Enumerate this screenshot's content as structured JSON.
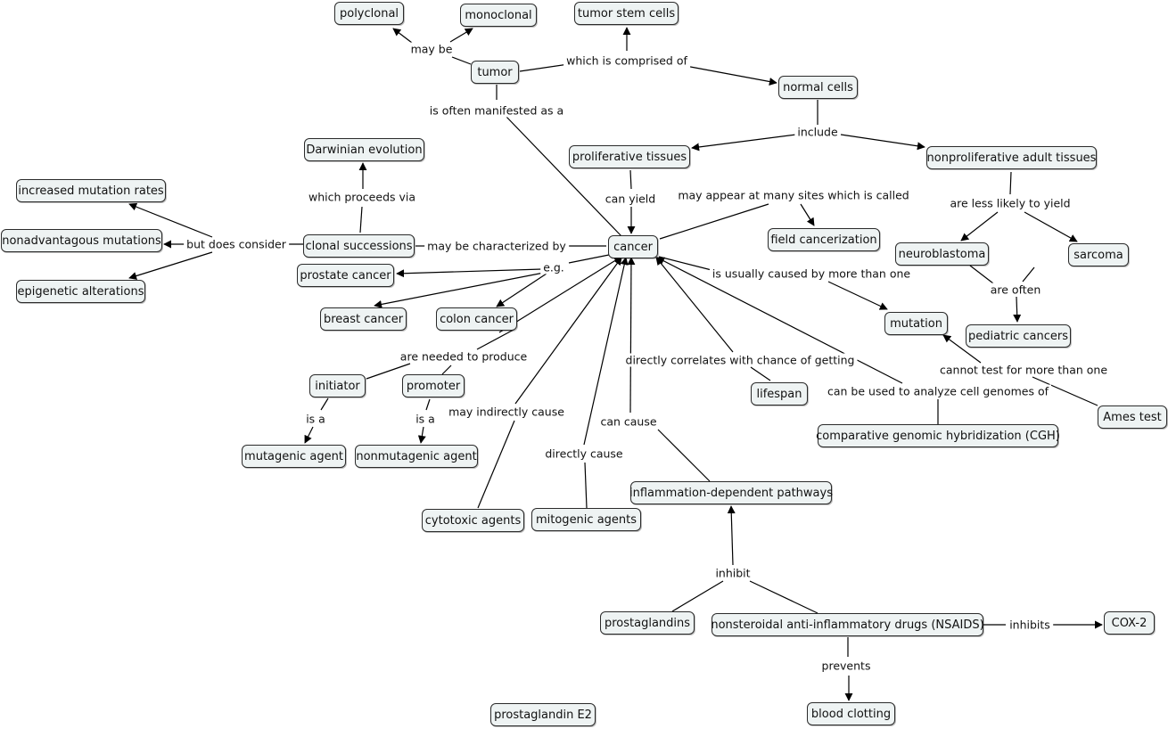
{
  "concepts": {
    "polyclonal": "polyclonal",
    "monoclonal": "monoclonal",
    "tumor_stem_cells": "tumor stem cells",
    "tumor": "tumor",
    "normal_cells": "normal cells",
    "darwinian_evolution": "Darwinian evolution",
    "proliferative_tissues": "proliferative tissues",
    "nonproliferative_adult_tissues": "nonproliferative adult tissues",
    "increased_mutation_rates": "increased mutation rates",
    "nonadvantagous_mutations": "nonadvantagous mutations",
    "clonal_successions": "clonal successions",
    "cancer": "cancer",
    "field_cancerization": "field cancerization",
    "neuroblastoma": "neuroblastoma",
    "sarcoma": "sarcoma",
    "epigenetic_alterations": "epigenetic alterations",
    "prostate_cancer": "prostate cancer",
    "breast_cancer": "breast cancer",
    "colon_cancer": "colon cancer",
    "mutation": "mutation",
    "pediatric_cancers": "pediatric cancers",
    "initiator": "initiator",
    "promoter": "promoter",
    "lifespan": "lifespan",
    "ames_test": "Ames test",
    "comparative_genomic_hybridization": "comparative genomic hybridization (CGH)",
    "mutagenic_agent": "mutagenic agent",
    "nonmutagenic_agent": "nonmutagenic agent",
    "inflammation_dependent_pathways": "inflammation-dependent pathways",
    "cytotoxic_agents": "cytotoxic agents",
    "mitogenic_agents": "mitogenic agents",
    "prostaglandins": "prostaglandins",
    "nsaids": "nonsteroidal anti-inflammatory drugs (NSAIDS)",
    "cox_2": "COX-2",
    "prostaglandin_e2": "prostaglandin E2",
    "blood_clotting": "blood clotting"
  },
  "links": {
    "may_be": "may be",
    "which_is_comprised_of": "which is comprised of",
    "is_often_manifested_as_a": "is often manifested as a",
    "include": "include",
    "which_proceeds_via": "which proceeds via",
    "can_yield": "can yield",
    "may_appear_at_many_sites": "may appear at many sites which is called",
    "are_less_likely_to_yield": "are less likely to yield",
    "but_does_consider": "but does consider",
    "may_be_characterized_by": "may be characterized by",
    "eg": "e.g.",
    "is_usually_caused_by": "is usually caused by more than one",
    "are_often": "are often",
    "are_needed_to_produce": "are needed to produce",
    "directly_correlates": "directly correlates with chance of getting",
    "cannot_test": "cannot test for more than one",
    "can_be_used_to_analyze": "can be used to analyze cell genomes of",
    "is_a_1": "is a",
    "is_a_2": "is a",
    "may_indirectly_cause": "may indirectly cause",
    "can_cause": "can cause",
    "directly_cause": "directly cause",
    "inhibit": "inhibit",
    "inhibits": "inhibits",
    "prevents": "prevents"
  }
}
